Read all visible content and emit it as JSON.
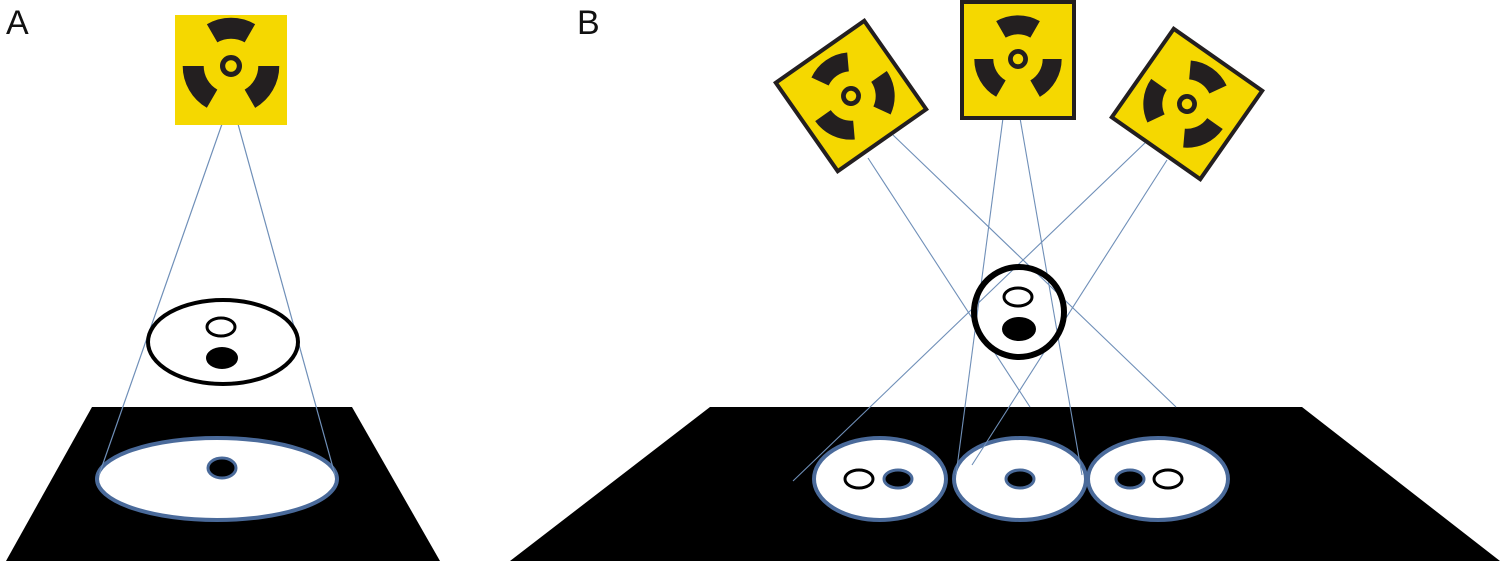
{
  "panels": [
    {
      "id": "A",
      "label": "A"
    },
    {
      "id": "B",
      "label": "B"
    }
  ],
  "colors": {
    "source_yellow": "#f5d800",
    "symbol": "#231f20",
    "beam": "#6f8fb8",
    "detector_plate": "#000000",
    "projection_fill": "#ffffff",
    "projection_edge": "#4a6a9a",
    "object_outline": "#000000"
  },
  "icons": {
    "source": "radiation-trefoil-icon"
  }
}
